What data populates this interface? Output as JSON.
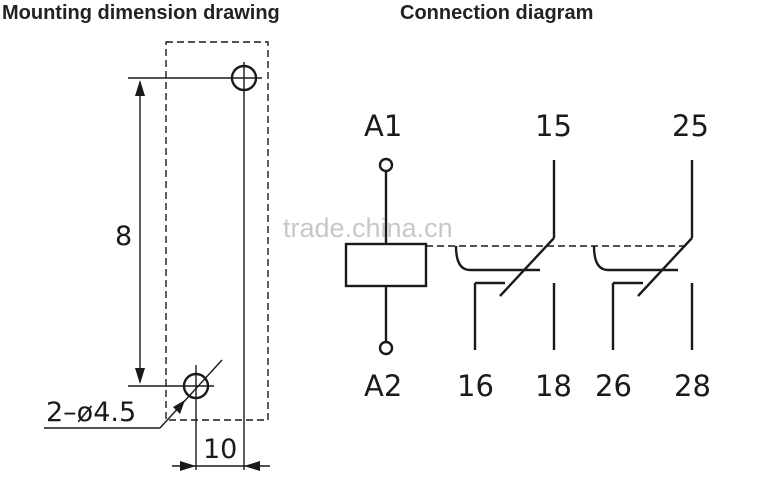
{
  "titles": {
    "mounting": "Mounting dimension drawing",
    "connection": "Connection diagram"
  },
  "mounting": {
    "hole_label": "2–ø4.5",
    "width_dim": "10",
    "height_dim": "8"
  },
  "connection": {
    "coil_top": "A1",
    "coil_bottom": "A2",
    "contact1": {
      "common": "15",
      "nc": "16",
      "no": "18"
    },
    "contact2": {
      "common": "25",
      "nc": "26",
      "no": "28"
    }
  },
  "watermark": "trade.china.cn"
}
